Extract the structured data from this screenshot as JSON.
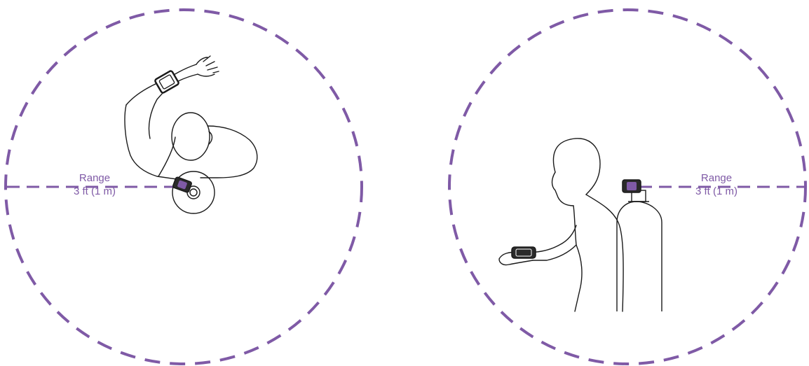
{
  "colors": {
    "accent": "#7f5aa6",
    "line": "#1a1a1a",
    "background": "#ffffff"
  },
  "left_panel": {
    "range_label": "Range",
    "range_value": "3 ft (1 m)"
  },
  "right_panel": {
    "range_label": "Range",
    "range_value": "3 ft (1 m)"
  }
}
